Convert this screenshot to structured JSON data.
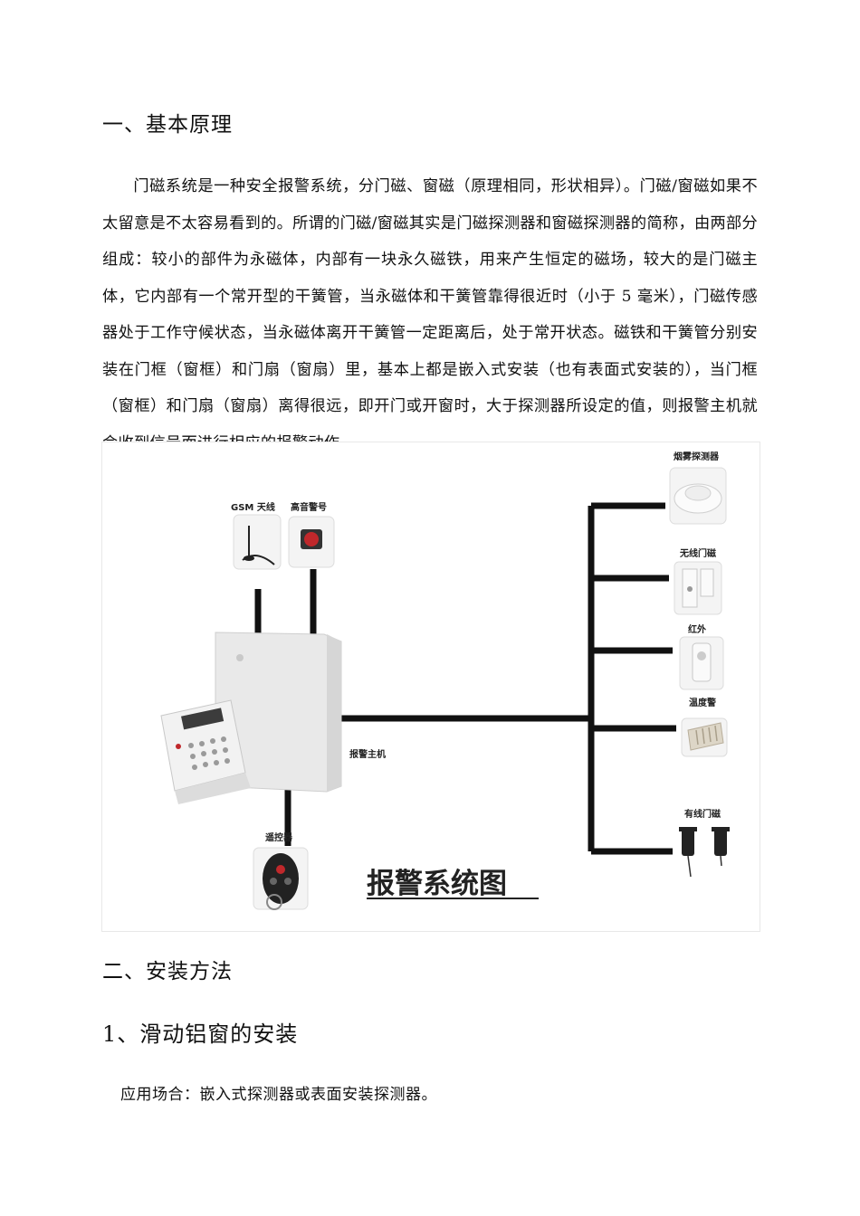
{
  "section1": {
    "heading": "一、基本原理"
  },
  "paragraph": "门磁系统是一种安全报警系统，分门磁、窗磁（原理相同，形状相异）。门磁/窗磁如果不太留意是不太容易看到的。所谓的门磁/窗磁其实是门磁探测器和窗磁探测器的简称，由两部分组成：较小的部件为永磁体，内部有一块永久磁铁，用来产生恒定的磁场，较大的是门磁主体，它内部有一个常开型的干簧管，当永磁体和干簧管靠得很近时（小于 5 毫米），门磁传感器处于工作守候状态，当永磁体离开干簧管一定距离后，处于常开状态。磁铁和干簧管分别安装在门框（窗框）和门扇（窗扇）里，基本上都是嵌入式安装（也有表面式安装的），当门框（窗框）和门扇（窗扇）离得很远，即开门或开窗时，大于探测器所设定的值，则报警主机就会收到信号而进行相应的报警动作。",
  "diagram": {
    "title": "报警系统图",
    "labels": {
      "gsm_antenna": "GSM 天线",
      "siren": "高音警号",
      "smoke": "烟雾探测器",
      "wireless_door": "无线门磁",
      "infrared": "红外",
      "temperature": "温度警",
      "wired_door": "有线门磁",
      "host": "报警主机",
      "remote": "遥控器"
    }
  },
  "section2": {
    "heading": "二、安装方法"
  },
  "subsection": {
    "heading": "1、滑动铝窗的安装"
  },
  "note": "应用场合：嵌入式探测器或表面安装探测器。"
}
